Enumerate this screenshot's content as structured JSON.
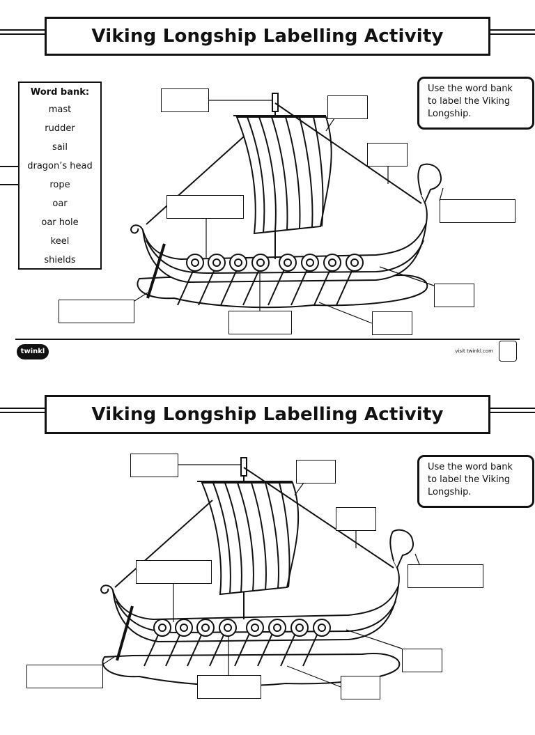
{
  "worksheet": {
    "title": "Viking Longship Labelling Activity",
    "instruction": "Use the word bank to label the Viking Longship.",
    "word_bank": {
      "heading": "Word bank:",
      "items": [
        "mast",
        "rudder",
        "sail",
        "dragon’s head",
        "rope",
        "oar",
        "oar hole",
        "keel",
        "shields"
      ]
    },
    "footer": {
      "logo": "twinkl",
      "site": "visit twinkl.com"
    }
  }
}
